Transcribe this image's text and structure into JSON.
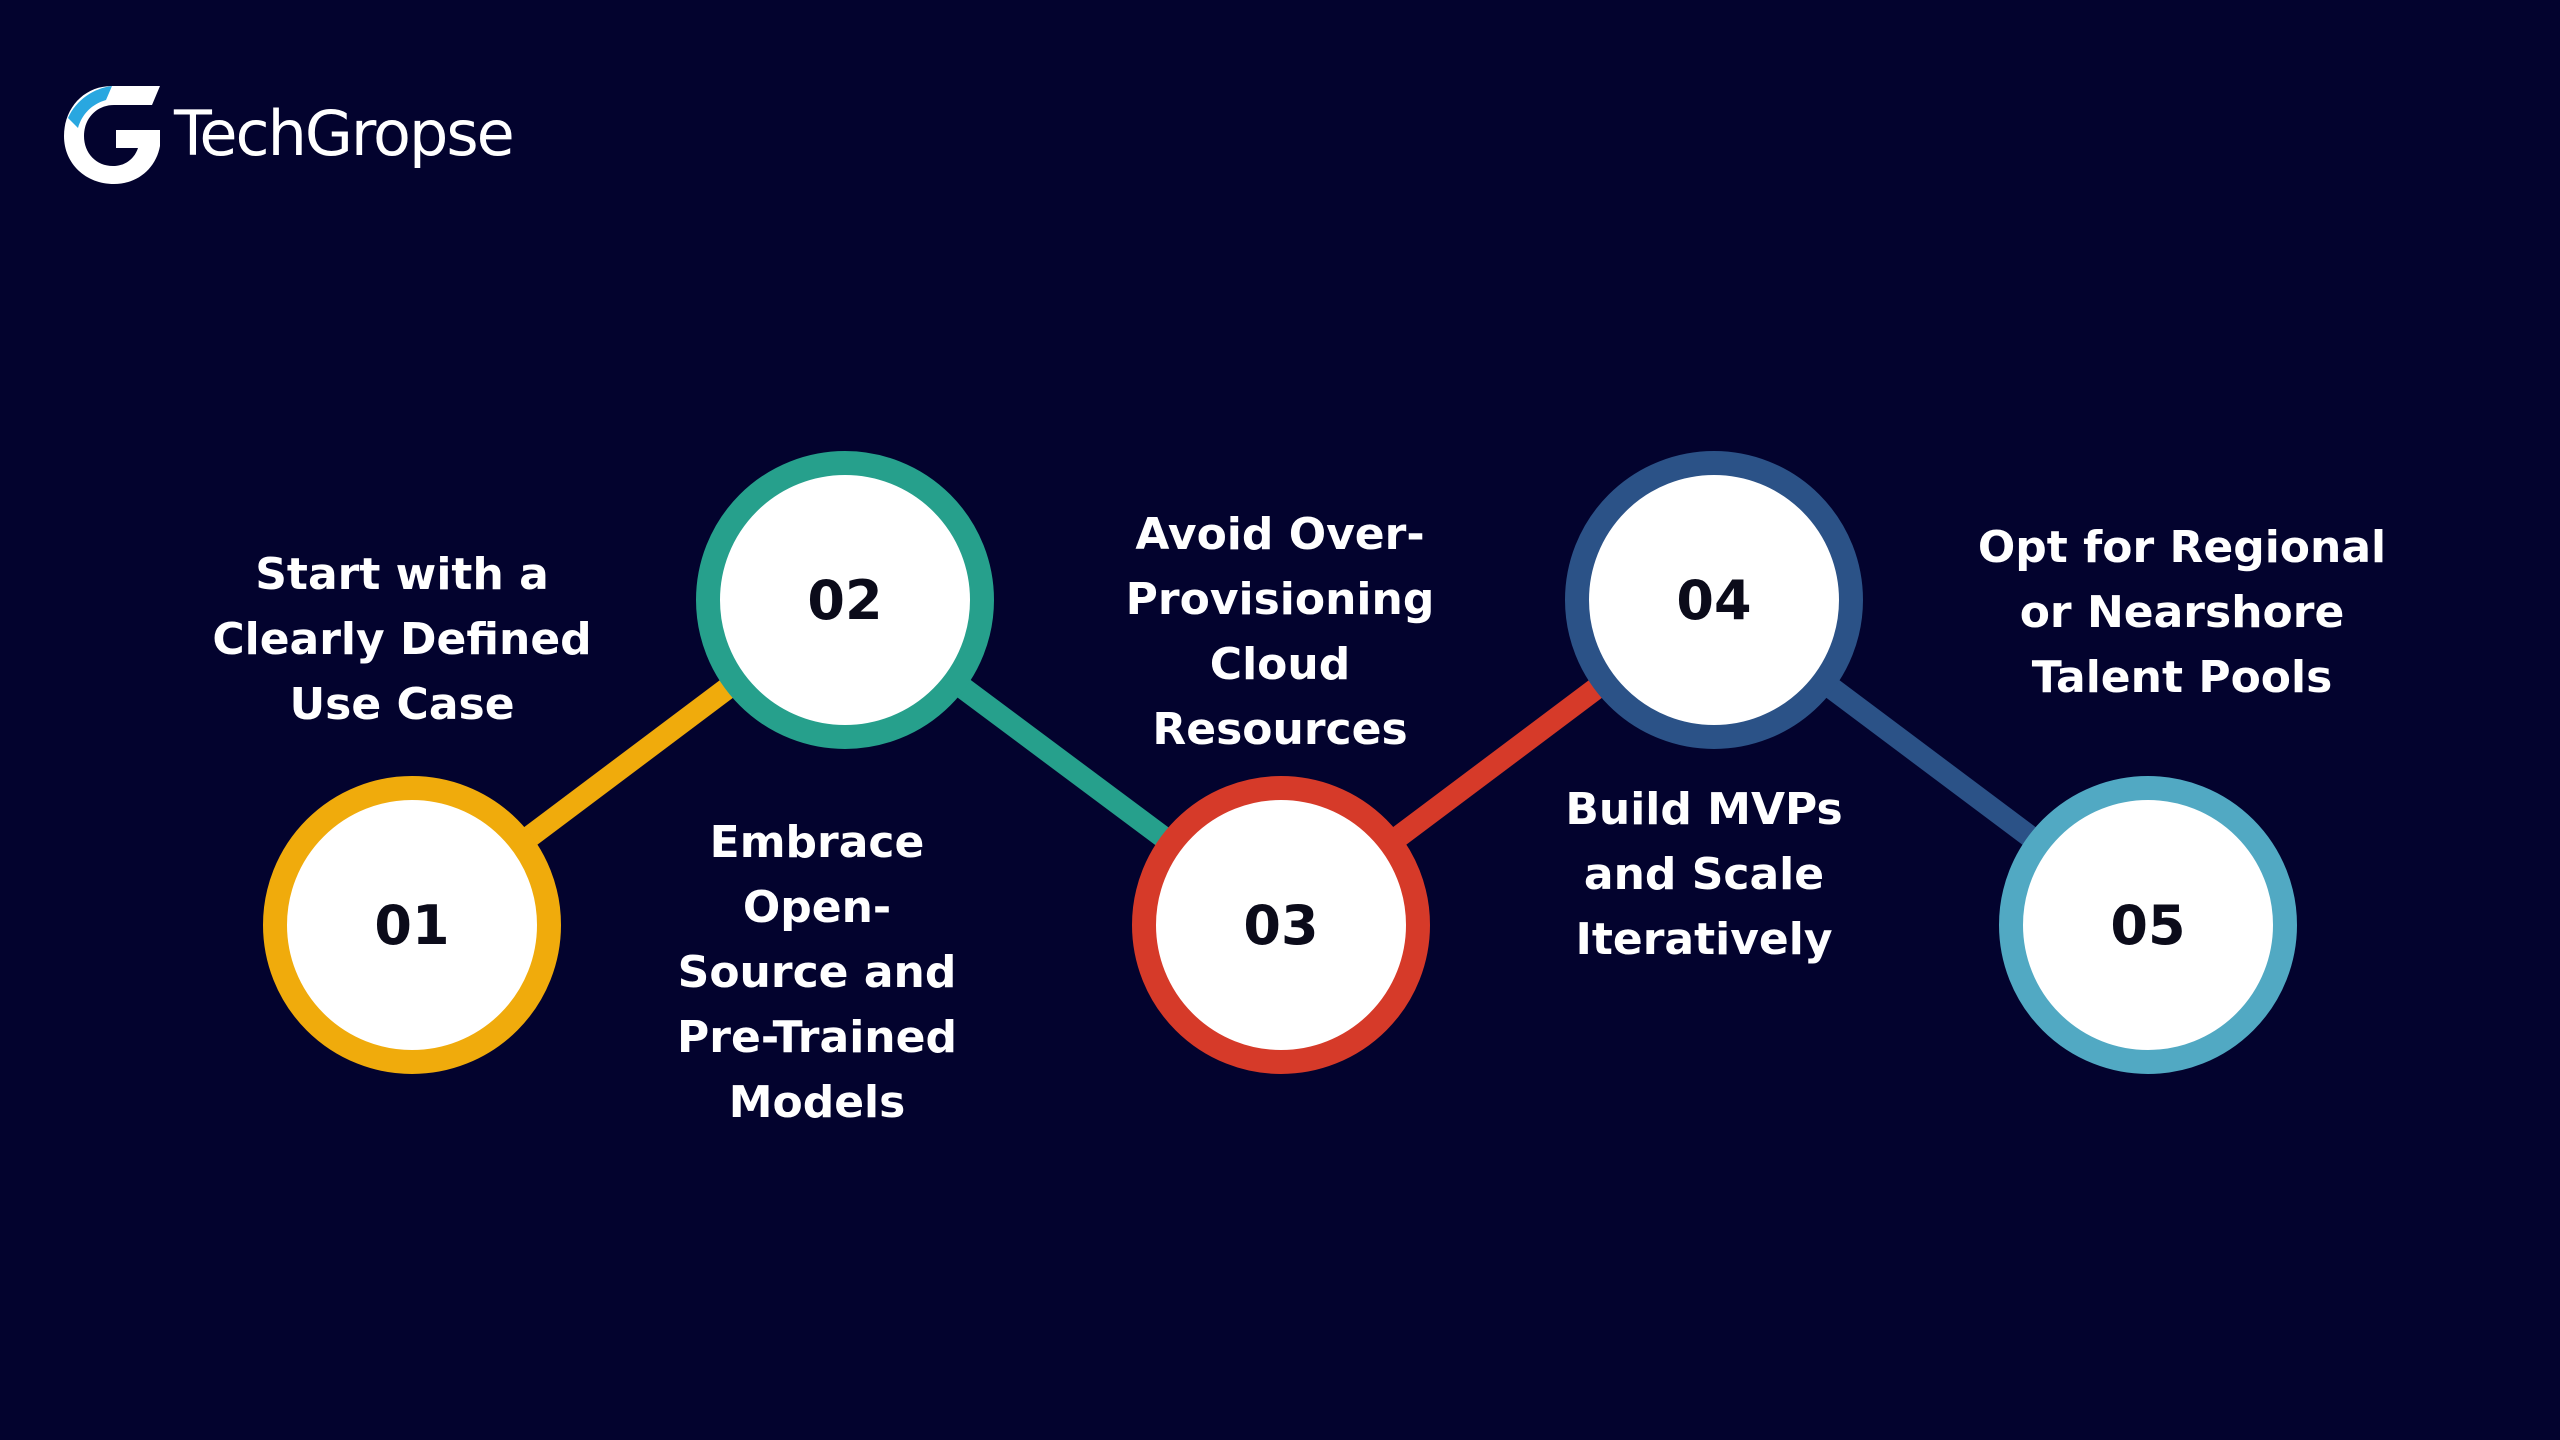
{
  "brand": {
    "name": "TechGropse",
    "icon": "g-logo-icon"
  },
  "colors": {
    "background": "#03032e",
    "step1": "#f0ab0c",
    "step2": "#26a08c",
    "step3": "#d63a29",
    "step4": "#2b5287",
    "step5": "#51a9c3",
    "circle_fill": "#ffffff"
  },
  "steps": [
    {
      "number": "01",
      "label": "Start with a\nClearly Defined\nUse Case"
    },
    {
      "number": "02",
      "label": "Embrace\nOpen-\nSource and\nPre-Trained\nModels"
    },
    {
      "number": "03",
      "label": "Avoid Over-\nProvisioning\nCloud\nResources"
    },
    {
      "number": "04",
      "label": "Build MVPs\nand Scale\nIteratively"
    },
    {
      "number": "05",
      "label": "Opt for Regional\nor Nearshore\nTalent Pools"
    }
  ]
}
